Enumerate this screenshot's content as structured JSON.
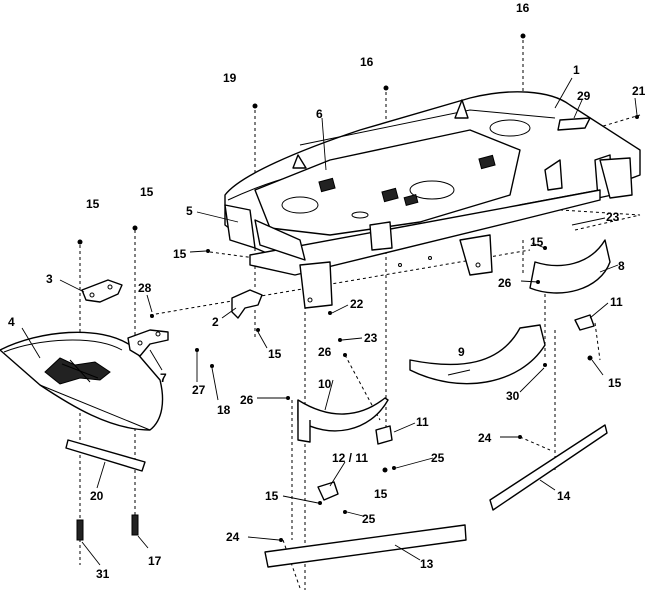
{
  "callouts": {
    "c1": "1",
    "c2": "2",
    "c3": "3",
    "c4": "4",
    "c5": "5",
    "c6": "6",
    "c7": "7",
    "c8": "8",
    "c9": "9",
    "c10": "10",
    "c11a": "11",
    "c11b": "11",
    "c12": "12 / 11",
    "c13": "13",
    "c14": "14",
    "c15a": "15",
    "c15b": "15",
    "c15c": "15",
    "c15d": "15",
    "c15e": "15",
    "c15f": "15",
    "c15g": "15",
    "c15h": "15",
    "c16a": "16",
    "c16b": "16",
    "c17": "17",
    "c18": "18",
    "c19": "19",
    "c20": "20",
    "c21": "21",
    "c22": "22",
    "c23a": "23",
    "c23b": "23",
    "c24a": "24",
    "c24b": "24",
    "c25a": "25",
    "c25b": "25",
    "c26a": "26",
    "c26b": "26",
    "c26c": "26",
    "c27": "27",
    "c28": "28",
    "c29": "29",
    "c30": "30",
    "c31": "31"
  }
}
